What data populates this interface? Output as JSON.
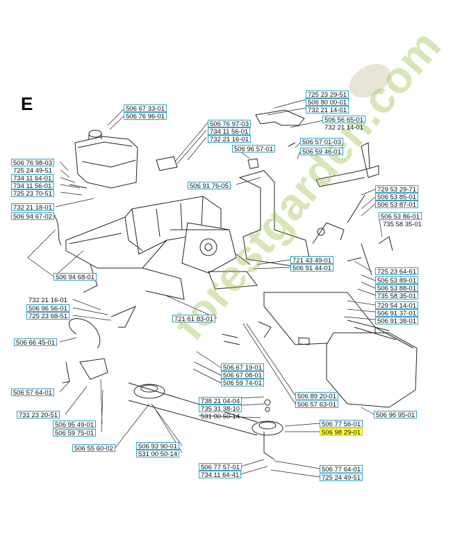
{
  "section_letter": "E",
  "watermark": "forestgarden.com",
  "colors": {
    "label_border": "#2aa3c8",
    "highlight": "#ffff3a",
    "line": "#222222",
    "watermark": "#96be3c"
  },
  "highlighted_part": "506 98 29-01",
  "labels": [
    {
      "id": "l1",
      "text": "725 23 29-51",
      "boxed": true
    },
    {
      "id": "l2",
      "text": "506 80 00-01",
      "boxed": true
    },
    {
      "id": "l3",
      "text": "732 21 14-01",
      "boxed": true
    },
    {
      "id": "l4",
      "text": "506 67 33-01",
      "boxed": true
    },
    {
      "id": "l5",
      "text": "506 76 96-01",
      "boxed": true
    },
    {
      "id": "l6",
      "text": "506 56 65-01",
      "boxed": true
    },
    {
      "id": "l7",
      "text": "732 21 14-01",
      "boxed": false
    },
    {
      "id": "l8",
      "text": "506 76 97-03",
      "boxed": true
    },
    {
      "id": "l9",
      "text": "734 11 56-01",
      "boxed": true
    },
    {
      "id": "l10",
      "text": "732 21 16-01",
      "boxed": true
    },
    {
      "id": "l11",
      "text": "506 57 01-03",
      "boxed": true
    },
    {
      "id": "l12",
      "text": "506 59 46-01",
      "boxed": true
    },
    {
      "id": "l13",
      "text": "506 96 57-01",
      "boxed": true
    },
    {
      "id": "l14",
      "text": "506 76 98-03",
      "boxed": true
    },
    {
      "id": "l15",
      "text": "725 24 49-51",
      "boxed": false
    },
    {
      "id": "l16",
      "text": "734 11 64-01",
      "boxed": true
    },
    {
      "id": "l17",
      "text": "734 11 56-01",
      "boxed": true
    },
    {
      "id": "l18",
      "text": "725 23 70-51",
      "boxed": true
    },
    {
      "id": "l19",
      "text": "506 91 76-05",
      "boxed": true
    },
    {
      "id": "l20",
      "text": "729 53 29-71",
      "boxed": true
    },
    {
      "id": "l21",
      "text": "506 53 85-01",
      "boxed": true
    },
    {
      "id": "l22",
      "text": "506 53 87-01",
      "boxed": true
    },
    {
      "id": "l23",
      "text": "732 21 18-01",
      "boxed": true
    },
    {
      "id": "l24",
      "text": "506 94 67-02",
      "boxed": true
    },
    {
      "id": "l25",
      "text": "506 53 86-01",
      "boxed": true
    },
    {
      "id": "l26",
      "text": "735 58 35-01",
      "boxed": false
    },
    {
      "id": "l27",
      "text": "721 43 49-01",
      "boxed": true
    },
    {
      "id": "l28",
      "text": "506 91 44-01",
      "boxed": true
    },
    {
      "id": "l29",
      "text": "506 94 68-01",
      "boxed": true
    },
    {
      "id": "l30",
      "text": "725 23 64-61",
      "boxed": true
    },
    {
      "id": "l31",
      "text": "506 53 89-01",
      "boxed": true
    },
    {
      "id": "l32",
      "text": "506 53 88-01",
      "boxed": true
    },
    {
      "id": "l33",
      "text": "735 58 35-01",
      "boxed": true
    },
    {
      "id": "l34",
      "text": "732 21 16-01",
      "boxed": false
    },
    {
      "id": "l35",
      "text": "506 96 56-01",
      "boxed": true
    },
    {
      "id": "l36",
      "text": "725 23 68-51",
      "boxed": true
    },
    {
      "id": "l37",
      "text": "729 54 14-01",
      "boxed": true
    },
    {
      "id": "l38",
      "text": "506 91 37-01",
      "boxed": true
    },
    {
      "id": "l39",
      "text": "506 91 38-01",
      "boxed": true
    },
    {
      "id": "l40",
      "text": "721 61 83-01",
      "boxed": true
    },
    {
      "id": "l41",
      "text": "506 66 45-01",
      "boxed": true
    },
    {
      "id": "l42",
      "text": "506 67 19-01",
      "boxed": true
    },
    {
      "id": "l43",
      "text": "506 67 08-01",
      "boxed": true
    },
    {
      "id": "l44",
      "text": "506 59 74-01",
      "boxed": true
    },
    {
      "id": "l45",
      "text": "506 57 64-01",
      "boxed": true
    },
    {
      "id": "l46",
      "text": "506 89 20-01",
      "boxed": true
    },
    {
      "id": "l47",
      "text": "738 21 04-04",
      "boxed": true
    },
    {
      "id": "l48",
      "text": "506 57 63-01",
      "boxed": true
    },
    {
      "id": "l49",
      "text": "735 31 38-10",
      "boxed": true
    },
    {
      "id": "l50",
      "text": "506 96 95-01",
      "boxed": true
    },
    {
      "id": "l51",
      "text": "731 23 20-51",
      "boxed": true
    },
    {
      "id": "l52",
      "text": "531 00 50-14",
      "boxed": false
    },
    {
      "id": "l53",
      "text": "506 95 49-01",
      "boxed": true
    },
    {
      "id": "l54",
      "text": "506 77 56-01",
      "boxed": true
    },
    {
      "id": "l55",
      "text": "506 59 75-01",
      "boxed": true
    },
    {
      "id": "l56",
      "text": "506 98 29-01",
      "boxed": true,
      "highlight": true
    },
    {
      "id": "l57",
      "text": "506 55 60-02",
      "boxed": true
    },
    {
      "id": "l58",
      "text": "506 93 90-01",
      "boxed": true
    },
    {
      "id": "l59",
      "text": "531 00 50-14",
      "boxed": true
    },
    {
      "id": "l60",
      "text": "506 77 57-01",
      "boxed": true
    },
    {
      "id": "l61",
      "text": "506 77 64-01",
      "boxed": true
    },
    {
      "id": "l62",
      "text": "734 11 64-41",
      "boxed": true
    },
    {
      "id": "l63",
      "text": "725 24 49-51",
      "boxed": true
    }
  ]
}
